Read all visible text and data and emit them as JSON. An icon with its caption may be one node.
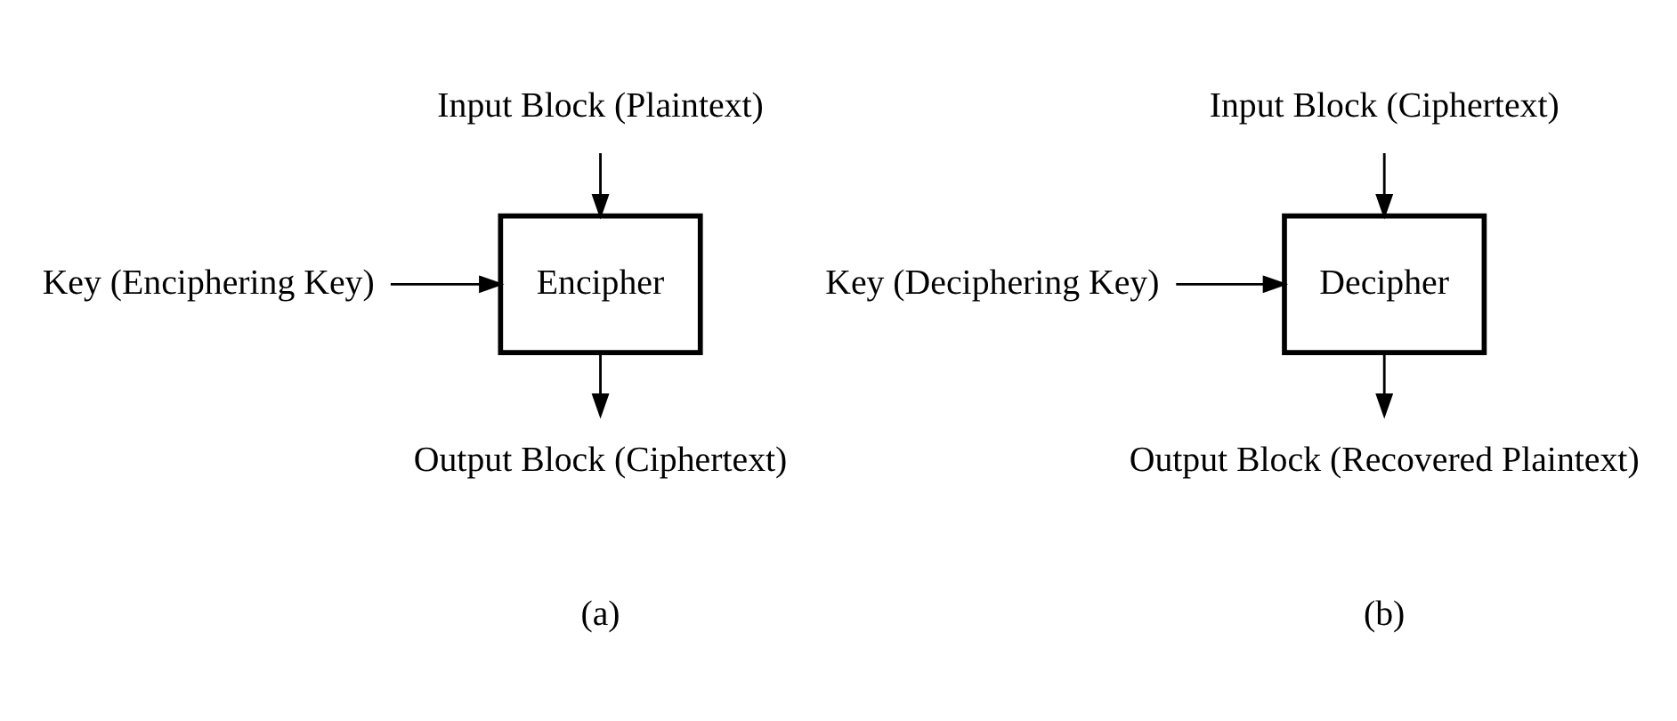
{
  "diagram": {
    "nodes": [
      {
        "text": [
          "Input Block (Plaintext)"
        ]
      },
      {
        "text": [
          "Key (Enciphering Key)"
        ]
      },
      {
        "text": [
          "Encipher"
        ]
      },
      {
        "text": [
          "Output Block (Ciphertext)"
        ]
      },
      {
        "text": [
          "Input Block (Ciphertext)"
        ]
      },
      {
        "text": [
          "Key (Deciphering Key)"
        ]
      },
      {
        "text": [
          "Decipher"
        ]
      },
      {
        "text": [
          "Output Block (Recovered Plaintext)"
        ]
      }
    ],
    "edges": [
      {
        "from": 0,
        "to": 2,
        "arrow": "to"
      },
      {
        "from": 1,
        "to": 2,
        "arrow": "to"
      },
      {
        "from": 2,
        "to": 3,
        "arrow": "to"
      },
      {
        "from": 4,
        "to": 6,
        "arrow": "to"
      },
      {
        "from": 5,
        "to": 6,
        "arrow": "to"
      },
      {
        "from": 6,
        "to": 7,
        "arrow": "to"
      }
    ],
    "labels": [
      "(a)",
      "(b)"
    ]
  }
}
